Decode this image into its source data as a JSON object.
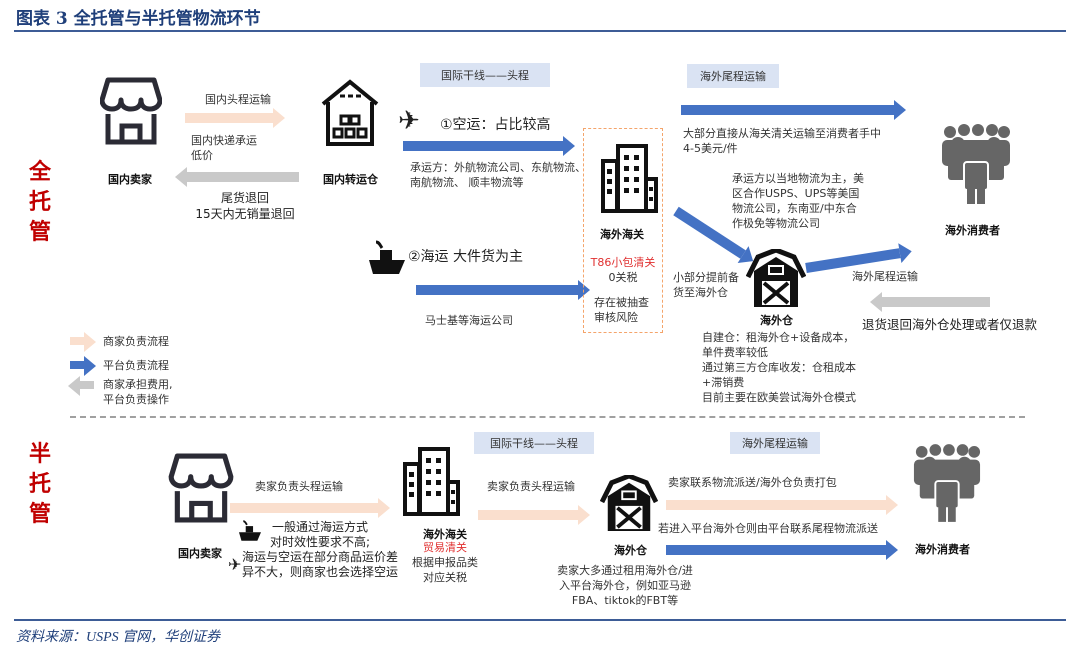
{
  "title": "图表 3   全托管与半托管物流环节",
  "source": "资料来源：USPS 官网，华创证券",
  "full": {
    "mode_label": "全托管",
    "domestic_seller": "国内卖家",
    "domestic_first_leg": "国内头程运输",
    "domestic_express": [
      "国内快递承运",
      "低价"
    ],
    "return_label": [
      "尾货退回",
      "15天内无销量退回"
    ],
    "transit_warehouse": "国内转运仓",
    "intl_tag": "国际干线——头程",
    "air": "①空运：占比较高",
    "air_carriers": [
      "承运方：外航物流公司、东航物流、",
      "南航物流、 顺丰物流等"
    ],
    "sea": "②海运 大件货为主",
    "sea_carriers": "马士基等海运公司",
    "customs": "海外海关",
    "customs_t86": "T86小包清关",
    "customs_tax": "0关税",
    "customs_risk": [
      "存在被抽查",
      "审核风险"
    ],
    "last_mile_tag": "海外尾程运输",
    "direct_note": [
      "大部分直接从海关清关运输至消费者手中",
      "4-5美元/件"
    ],
    "local_carriers": [
      "承运方以当地物流为主，美",
      "区合作USPS、UPS等美国",
      "物流公司，东南亚/中东合",
      "作极免等物流公司"
    ],
    "consumers": "海外消费者",
    "prestock": [
      "小部分提前备",
      "货至海外仓"
    ],
    "overseas_wh": "海外仓",
    "wh_last_mile": "海外尾程运输",
    "refund": "退货退回海外仓处理或者仅退款",
    "wh_notes": [
      "自建仓：租海外仓+设备成本，",
      "单件费率较低",
      "通过第三方仓库收发：仓租成本",
      "+滞销费",
      "目前主要在欧美尝试海外仓模式"
    ]
  },
  "legend": [
    {
      "label": "商家负责流程",
      "color": "#fadfce"
    },
    {
      "label": "平台负责流程",
      "color": "#4472c4"
    },
    {
      "label": "商家承担费用,",
      "label2": "平台负责操作",
      "color": "#c9c9c9"
    }
  ],
  "semi": {
    "mode_label": "半托管",
    "domestic_seller": "国内卖家",
    "seller_first_leg": "卖家负责头程运输",
    "shipping_notes": [
      "一般通过海运方式",
      "对时效性要求不高;",
      "海运与空运在部分商品运价差",
      "异不大，则商家也会选择空运"
    ],
    "customs": "海外海关",
    "customs_trade": "贸易清关",
    "customs_notes": [
      "根据申报品类",
      "对应关税"
    ],
    "intl_tag": "国际干线——头程",
    "seller_first_leg2": "卖家负责头程运输",
    "overseas_wh": "海外仓",
    "wh_notes": [
      "卖家大多通过租用海外仓/进",
      "入平台海外仓，例如亚马逊",
      "FBA、tiktok的FBT等"
    ],
    "last_mile_tag": "海外尾程运输",
    "seller_delivery": "卖家联系物流派送/海外仓负责打包",
    "platform_delivery": "若进入平台海外仓则由平台联系尾程物流派送",
    "consumers": "海外消费者"
  }
}
